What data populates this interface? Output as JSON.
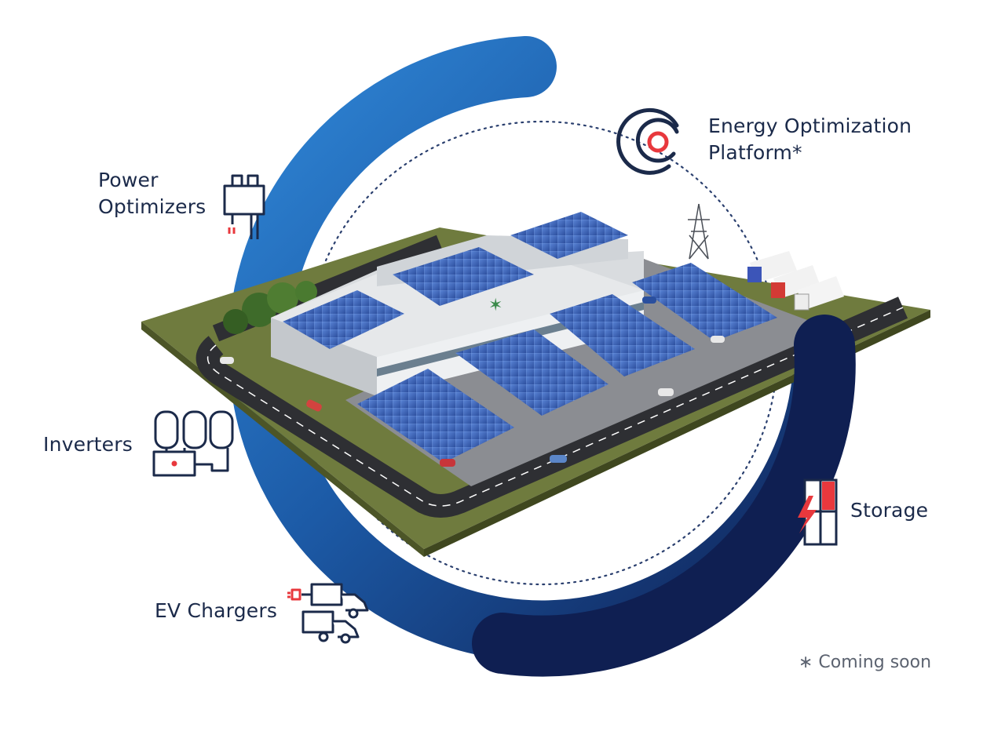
{
  "components": {
    "power_optimizers": {
      "line1": "Power",
      "line2": "Optimizers",
      "icon": "power-optimizer-icon"
    },
    "inverters": {
      "label": "Inverters",
      "icon": "inverters-icon"
    },
    "ev_chargers": {
      "label": "EV Chargers",
      "icon": "ev-charger-icon"
    },
    "storage": {
      "label": "Storage",
      "icon": "battery-storage-icon"
    },
    "energy_platform": {
      "line1": "Energy Optimization",
      "line2": "Platform*",
      "icon": "target-icon"
    }
  },
  "footnote": "∗ Coming soon",
  "colors": {
    "navy": "#1b2a4a",
    "arc_light": "#3a8fd9",
    "arc_dark": "#0f1f52",
    "accent_red": "#e8383d",
    "grass": "#6e7a3c",
    "road": "#2e2f33",
    "solar_panel": "#3d63b8"
  }
}
